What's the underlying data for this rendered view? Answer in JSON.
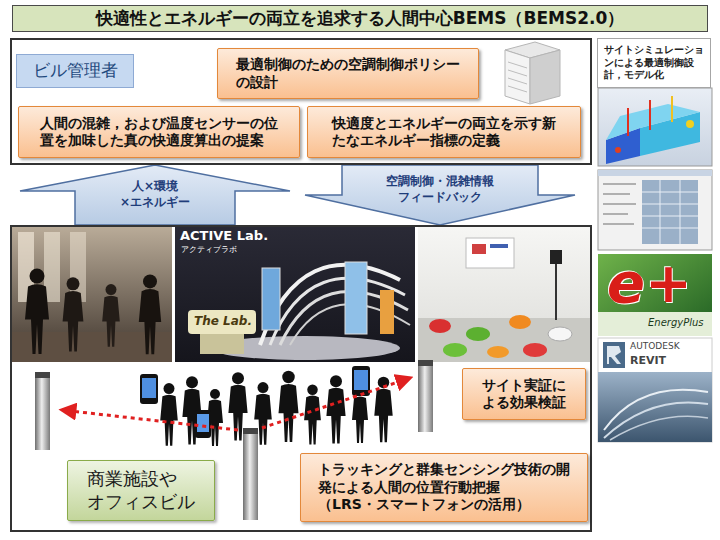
{
  "diagram": {
    "title": "快適性とエネルギーの両立を追求する人間中心BEMS（BEMS2.0）",
    "nodes": [
      {
        "text": []
      },
      {
        "text": [
          "ビル管理者"
        ],
        "in": 0
      },
      {
        "text": [
          "最適制御のための空調制御ポリシー の設計"
        ],
        "in": 0
      },
      {
        "text": [
          "人間の混雑，および温度センサーの位 置を加味した真の快適度算出の提案"
        ],
        "in": 0
      },
      {
        "text": [
          "快適度とエネルギーの両立を示す新 たなエネルギー指標の定義"
        ],
        "in": 0
      },
      {
        "text": [
          "サイトシミュレーショ ンによる最適制御設 計，モデル化"
        ]
      },
      {
        "text": []
      },
      {
        "text": [
          "サイト実証に よる効果検証"
        ],
        "in": 6
      },
      {
        "text": [
          "商業施設や オフィスビル"
        ],
        "in": 6
      },
      {
        "text": [
          "トラッキングと群集センシング技術の開 発による人間の位置行動把握 （LRS・スマートフォンの活用）"
        ],
        "in": 6
      }
    ],
    "edges": [
      {
        "from": 6,
        "to": 0,
        "arrow": "to",
        "label": "人×環境 ×エネルギー"
      },
      {
        "from": 0,
        "to": 6,
        "arrow": "to",
        "label": "空調制御・混雑情報 フィードバック"
      }
    ],
    "labels": [
      "ACTIVE Lab.",
      "アクティブラボ",
      "The Lab.",
      "e+",
      "EnergyPlus",
      "AUTODESK",
      "REVIT"
    ]
  }
}
